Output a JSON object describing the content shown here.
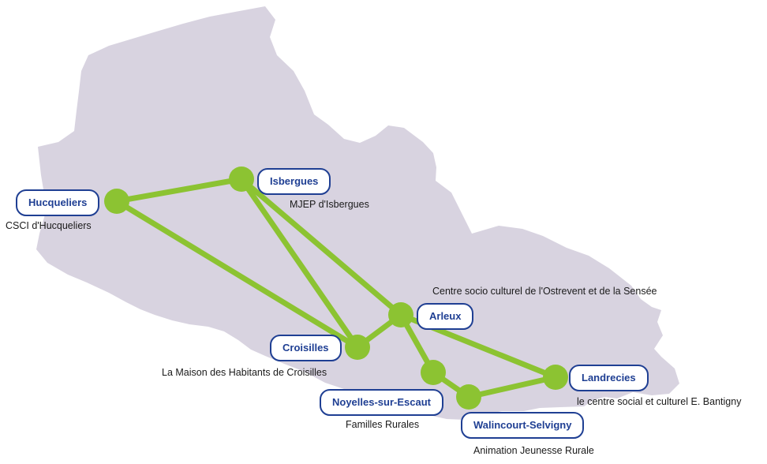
{
  "colors": {
    "region_fill": "#d8d3e0",
    "route_line": "#8cc332",
    "node": "#8cc332",
    "label_border": "#1f3f93",
    "label_text": "#1f3f93",
    "description_text": "#1a1a1a"
  },
  "places": [
    {
      "id": "hucqueliers",
      "name": "Hucqueliers",
      "description": "CSCI d'Hucqueliers"
    },
    {
      "id": "isbergues",
      "name": "Isbergues",
      "description": "MJEP d'Isbergues"
    },
    {
      "id": "arleux",
      "name": "Arleux",
      "description": "Centre socio culturel de l'Ostrevent et de la Sensée"
    },
    {
      "id": "croisilles",
      "name": "Croisilles",
      "description": "La Maison des Habitants de Croisilles"
    },
    {
      "id": "noyelles",
      "name": "Noyelles-sur-Escaut",
      "description": "Familles Rurales"
    },
    {
      "id": "walincourt",
      "name": "Walincourt-Selvigny",
      "description": "Animation Jeunesse Rurale"
    },
    {
      "id": "landrecies",
      "name": "Landrecies",
      "description": "le centre social et culturel E. Bantigny"
    }
  ],
  "connections": [
    [
      "hucqueliers",
      "isbergues"
    ],
    [
      "hucqueliers",
      "croisilles"
    ],
    [
      "isbergues",
      "croisilles"
    ],
    [
      "isbergues",
      "arleux"
    ],
    [
      "croisilles",
      "arleux"
    ],
    [
      "arleux",
      "noyelles"
    ],
    [
      "arleux",
      "landrecies"
    ],
    [
      "noyelles",
      "walincourt"
    ],
    [
      "walincourt",
      "landrecies"
    ]
  ]
}
